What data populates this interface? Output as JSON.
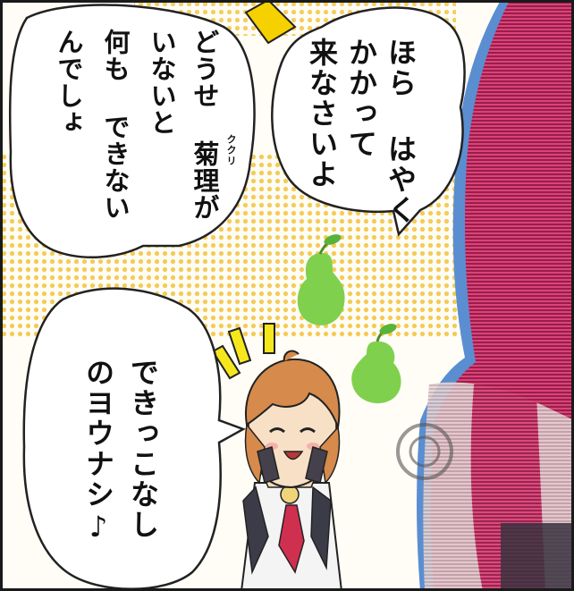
{
  "panel": {
    "bubble_top_right": {
      "lines": [
        "ほら はやく",
        "かかって",
        "来なさいよ"
      ]
    },
    "bubble_top_left": {
      "lines": [
        "どうせ 菊理が",
        "いないと",
        "何も できない",
        "んでしょ"
      ],
      "ruby": "ククリ"
    },
    "bubble_bottom": {
      "lines": [
        "できっこなし",
        "のヨウナシ♪"
      ]
    },
    "colors": {
      "hair_red": "#c0285a",
      "pear_green": "#7fd14d",
      "dot_yellow": "#f2c23a",
      "girl_hair": "#d68a4b"
    }
  }
}
